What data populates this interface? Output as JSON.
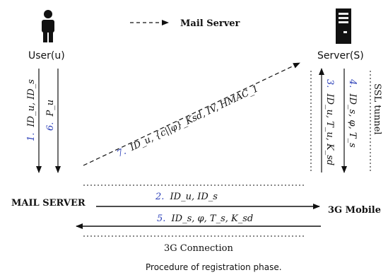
{
  "legend": {
    "label": "Mail Server"
  },
  "nodes": {
    "user": {
      "label": "User(u)"
    },
    "server": {
      "label": "Server(S)"
    },
    "mail_server": {
      "label": "MAIL SERVER"
    },
    "mobile": {
      "label": "3G Mobile"
    }
  },
  "channels": {
    "ssl": {
      "label": "SSL tunnel"
    },
    "g3": {
      "label": "3G Connection"
    }
  },
  "messages": [
    {
      "num": "1.",
      "text": "ID_u, ID_s"
    },
    {
      "num": "6.",
      "text": "P_u"
    },
    {
      "num": "7.",
      "text": "ID_u, {c||φ}_Ksd, IV, HMAC_1"
    },
    {
      "num": "3.",
      "text": "ID_u, T_u, K_sd"
    },
    {
      "num": "4.",
      "text": "ID_s, φ, T_s"
    },
    {
      "num": "2.",
      "text": "ID_u, ID_s"
    },
    {
      "num": "5.",
      "text": "ID_s, φ, T_s, K_sd"
    }
  ],
  "caption": "Procedure of registration phase.",
  "colors": {
    "step_number": "#2b3fb8",
    "line": "#111111"
  }
}
